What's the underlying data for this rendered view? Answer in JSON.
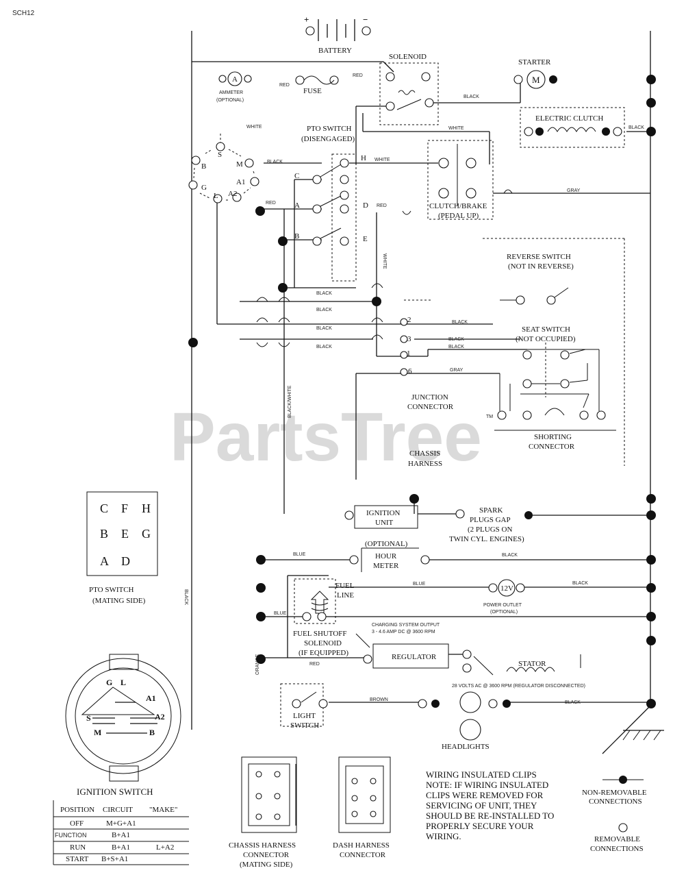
{
  "diagram_code": "SCH12",
  "watermark": "PartsTree",
  "watermark_tm": "TM",
  "components": {
    "battery": "BATTERY",
    "battery_plus": "+",
    "battery_minus": "−",
    "solenoid": "SOLENOID",
    "starter": "STARTER",
    "starter_m": "M",
    "ammeter": "AMMETER",
    "ammeter_opt": "(OPTIONAL)",
    "ammeter_a": "A",
    "fuse": "FUSE",
    "electric_clutch": "ELECTRIC CLUTCH",
    "pto_switch_1": "PTO SWITCH",
    "pto_switch_2": "(DISENGAGED)",
    "clutch_brake_1": "CLUTCH/BRAKE",
    "clutch_brake_2": "(PEDAL UP)",
    "reverse_switch_1": "REVERSE SWITCH",
    "reverse_switch_2": "(NOT IN REVERSE)",
    "seat_switch_1": "SEAT SWITCH",
    "seat_switch_2": "(NOT OCCUPIED)",
    "junction_1": "JUNCTION",
    "junction_2": "CONNECTOR",
    "shorting_1": "SHORTING",
    "shorting_2": "CONNECTOR",
    "chassis_1": "CHASSIS",
    "chassis_2": "HARNESS",
    "ignition_unit_1": "IGNITION",
    "ignition_unit_2": "UNIT",
    "spark_1": "SPARK",
    "spark_2": "PLUGS GAP",
    "spark_3": "(2 PLUGS ON",
    "spark_4": "TWIN CYL. ENGINES)",
    "hour_opt": "(OPTIONAL)",
    "hour_1": "HOUR",
    "hour_2": "METER",
    "fuel_line_1": "FUEL",
    "fuel_line_2": "LINE",
    "power_outlet_v": "12V",
    "power_outlet_1": "POWER OUTLET",
    "power_outlet_2": "(OPTIONAL)",
    "fuel_sol_1": "FUEL SHUTOFF",
    "fuel_sol_2": "SOLENOID",
    "fuel_sol_3": "(IF EQUIPPED)",
    "charging_1": "CHARGING SYSTEM OUTPUT",
    "charging_2": "3 - 4.6 AMP DC @ 3600 RPM",
    "regulator": "REGULATOR",
    "stator": "STATOR",
    "stator_note": "28 VOLTS AC @ 3600 RPM (REGULATOR DISCONNECTED)",
    "light_switch_1": "LIGHT",
    "light_switch_2": "SWITCH",
    "headlights": "HEADLIGHTS",
    "ignition_switch": "IGNITION SWITCH",
    "pto_mating_1": "PTO SWITCH",
    "pto_mating_2": "(MATING SIDE)",
    "chassis_conn_1": "CHASSIS HARNESS",
    "chassis_conn_2": "CONNECTOR",
    "chassis_conn_3": "(MATING SIDE)",
    "dash_conn_1": "DASH HARNESS",
    "dash_conn_2": "CONNECTOR"
  },
  "pto_terminals": [
    "C",
    "F",
    "H",
    "B",
    "E",
    "G",
    "A",
    "D"
  ],
  "pto_switch_terminals": {
    "H": "H",
    "C": "C",
    "A": "A",
    "D": "D",
    "B": "B",
    "E": "E"
  },
  "ignition_terminals": [
    "S",
    "B",
    "M",
    "A1",
    "A2",
    "G",
    "L"
  ],
  "junction_pins": [
    "2",
    "3",
    "1",
    "6"
  ],
  "wire_colors": {
    "red": "RED",
    "black": "BLACK",
    "white": "WHITE",
    "gray": "GRAY",
    "blue": "BLUE",
    "brown": "BROWN",
    "orange": "ORANGE",
    "black_white": "BLACK/WHITE"
  },
  "notes": {
    "note_1": "WIRING INSULATED CLIPS",
    "note_2": "NOTE: IF WIRING INSULATED",
    "note_3": "CLIPS WERE REMOVED FOR",
    "note_4": "SERVICING OF UNIT, THEY",
    "note_5": "SHOULD BE RE-INSTALLED TO",
    "note_6": "PROPERLY SECURE YOUR",
    "note_7": "WIRING."
  },
  "legend": {
    "nonremovable_1": "NON-REMOVABLE",
    "nonremovable_2": "CONNECTIONS",
    "removable_1": "REMOVABLE",
    "removable_2": "CONNECTIONS"
  },
  "ignition_table": {
    "headers": [
      "POSITION",
      "CIRCUIT",
      "\"MAKE\""
    ],
    "rows": [
      [
        "OFF",
        "M+G+A1",
        ""
      ],
      [
        "FUNCTION",
        "B+A1",
        ""
      ],
      [
        "RUN",
        "B+A1",
        "L+A2"
      ],
      [
        "START",
        "B+S+A1",
        ""
      ]
    ]
  }
}
